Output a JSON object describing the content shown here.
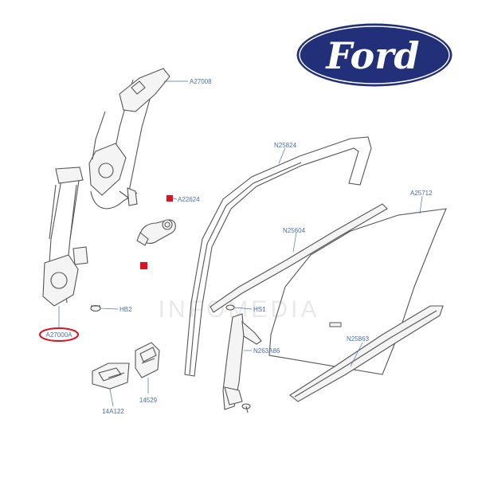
{
  "logo": {
    "text": "Ford",
    "colors": {
      "oval": "#22307a",
      "ring": "#ffffff",
      "text": "#ffffff"
    }
  },
  "watermark": "INFOMEDIA",
  "accent": {
    "callout_text": "#4a6fa8",
    "highlight_ring": "#e0101e",
    "marker": "#e0101e"
  },
  "callouts": {
    "a27008": "A27008",
    "a22624": "A22624",
    "hb2": "HB2",
    "a27000a": "A27000A",
    "n25824": "N25824",
    "n25604": "N25604",
    "a25712": "A25712",
    "hs1": "HS1",
    "n25863": "N25863",
    "n263a86": "N263A86",
    "c14a122": "14A122",
    "c14529": "14529"
  }
}
